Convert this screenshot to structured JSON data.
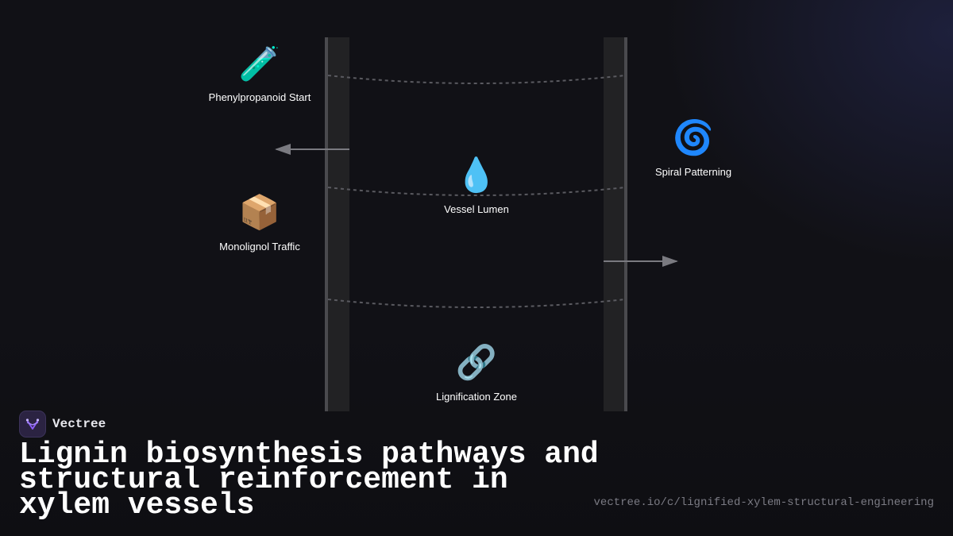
{
  "diagram": {
    "nodes": [
      {
        "id": "phenylpropanoid",
        "emoji": "🧪",
        "icon": "test-tube-icon",
        "label": "Phenylpropanoid Start"
      },
      {
        "id": "monolignol",
        "emoji": "📦",
        "icon": "package-icon",
        "label": "Monolignol Traffic"
      },
      {
        "id": "vessel-lumen",
        "emoji": "💧",
        "icon": "droplet-icon",
        "label": "Vessel Lumen"
      },
      {
        "id": "spiral",
        "emoji": "🌀",
        "icon": "spiral-icon",
        "label": "Spiral Patterning"
      },
      {
        "id": "lignification",
        "emoji": "🔗",
        "icon": "link-icon",
        "label": "Lignification Zone"
      }
    ],
    "colors": {
      "wall_fill": "#232325",
      "wall_edge": "#4a4a4e",
      "dashed": "#5a5a60",
      "arrow": "#7a7a80"
    }
  },
  "brand": {
    "name": "Vectree",
    "logo_icon": "vectree-logo-icon",
    "accent": "#8b5cf6"
  },
  "title": "Lignin biosynthesis pathways and structural reinforcement in xylem vessels",
  "url": "vectree.io/c/lignified-xylem-structural-engineering"
}
